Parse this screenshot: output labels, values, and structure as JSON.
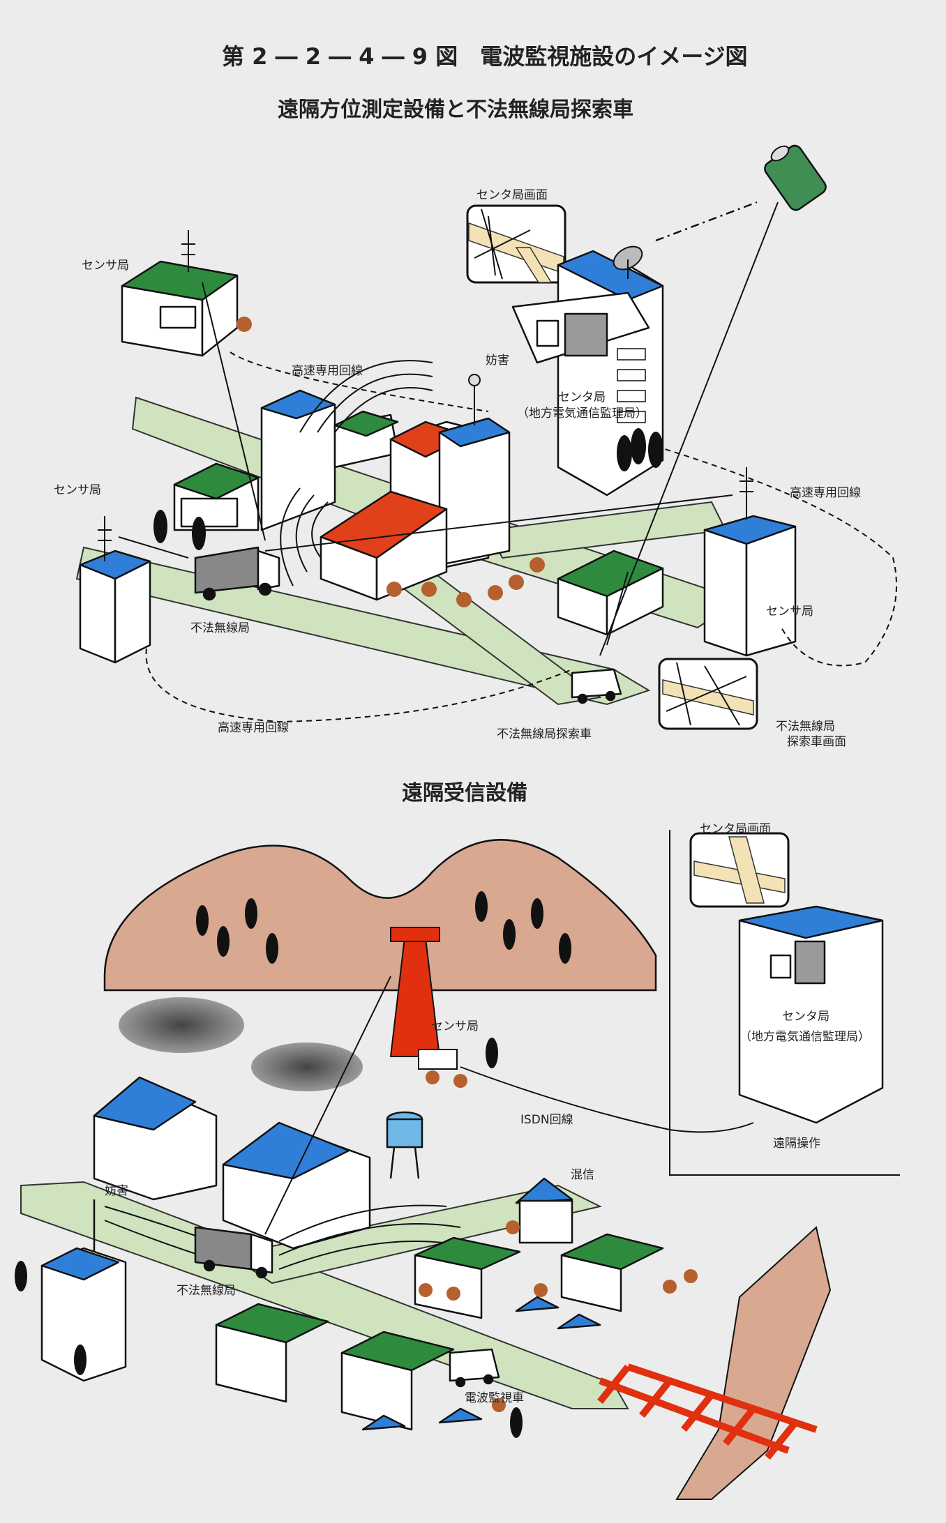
{
  "title": "第 2 ― 2 ― 4 ― 9 図　電波監視施設のイメージ図",
  "top_section": {
    "heading": "遠隔方位測定設備と不法無線局探索車",
    "labels": {
      "center_screen": "センタ局画面",
      "sensor_1": "センサ局",
      "high_speed_line_1": "高速専用回線",
      "interference": "妨害",
      "center_station": "センタ局",
      "center_station_sub": "（地方電気通信監理局）",
      "sensor_2": "センサ局",
      "high_speed_line_2": "高速専用回線",
      "sensor_3": "センサ局",
      "illegal_station": "不法無線局",
      "high_speed_line_3": "高速専用回線",
      "search_vehicle": "不法無線局探索車",
      "search_screen_line1": "不法無線局",
      "search_screen_line2": "探索車画面"
    }
  },
  "bottom_section": {
    "heading": "遠隔受信設備",
    "labels": {
      "center_screen": "センタ局画面",
      "sensor": "センサ局",
      "center_station": "センタ局",
      "center_station_sub": "（地方電気通信監理局）",
      "isdn_line": "ISDN回線",
      "remote_operation": "遠隔操作",
      "crosstalk": "混信",
      "interference": "妨害",
      "illegal_station": "不法無線局",
      "monitoring_vehicle": "電波監視車"
    }
  },
  "colors": {
    "background": "#ececec",
    "green_roof": "#2e8b3e",
    "blue_roof": "#2f7fd8",
    "red_roof": "#e0401a",
    "mountain": "#d8a890",
    "road": "#cfe3bf",
    "tower_red": "#e03010",
    "smoke": "#777777"
  }
}
